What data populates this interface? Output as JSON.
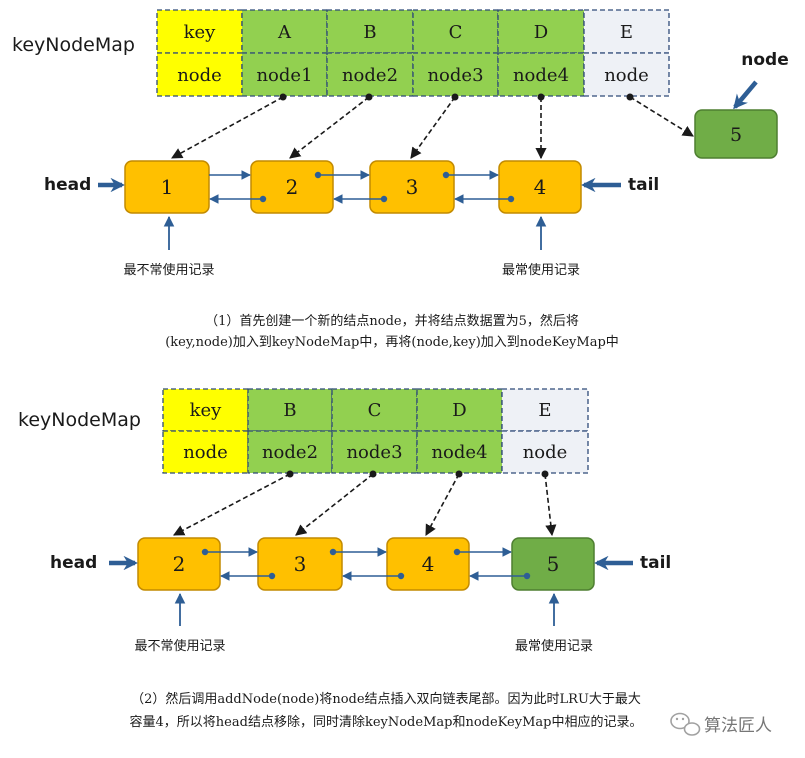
{
  "colors": {
    "yellow": "#ffff00",
    "green_cell": "#92d050",
    "gray_cell": "#eef1f6",
    "node_orange": "#ffc000",
    "node_orange_border": "#c28a00",
    "node_green": "#70ad47",
    "node_green_border": "#4e7f31",
    "arrow_blue": "#2e5e95",
    "ink": "#1a1a1a"
  },
  "panel1": {
    "map_label": "keyNodeMap",
    "table": {
      "header_key": "key",
      "header_node": "node",
      "keys": [
        "A",
        "B",
        "C",
        "D",
        "E"
      ],
      "nodes": [
        "node1",
        "node2",
        "node3",
        "node4",
        "node"
      ]
    },
    "new_node_label": "node",
    "new_node_value": "5",
    "list_nodes": [
      "1",
      "2",
      "3",
      "4"
    ],
    "head_label": "head",
    "tail_label": "tail",
    "lru_label": "最不常使用记录",
    "mru_label": "最常使用记录",
    "caption_line1": "（1）首先创建一个新的结点node，并将结点数据置为5，然后将",
    "caption_line2": "(key,node)加入到keyNodeMap中，再将(node,key)加入到nodeKeyMap中"
  },
  "panel2": {
    "map_label": "keyNodeMap",
    "table": {
      "header_key": "key",
      "header_node": "node",
      "keys": [
        "B",
        "C",
        "D",
        "E"
      ],
      "nodes": [
        "node2",
        "node3",
        "node4",
        "node"
      ]
    },
    "list_nodes": [
      "2",
      "3",
      "4",
      "5"
    ],
    "head_label": "head",
    "tail_label": "tail",
    "lru_label": "最不常使用记录",
    "mru_label": "最常使用记录",
    "caption_line1": "（2）然后调用addNode(node)将node结点插入双向链表尾部。因为此时LRU大于最大",
    "caption_line2": "容量4，所以将head结点移除，同时清除keyNodeMap和nodeKeyMap中相应的记录。"
  },
  "watermark": {
    "text": "算法匠人"
  }
}
